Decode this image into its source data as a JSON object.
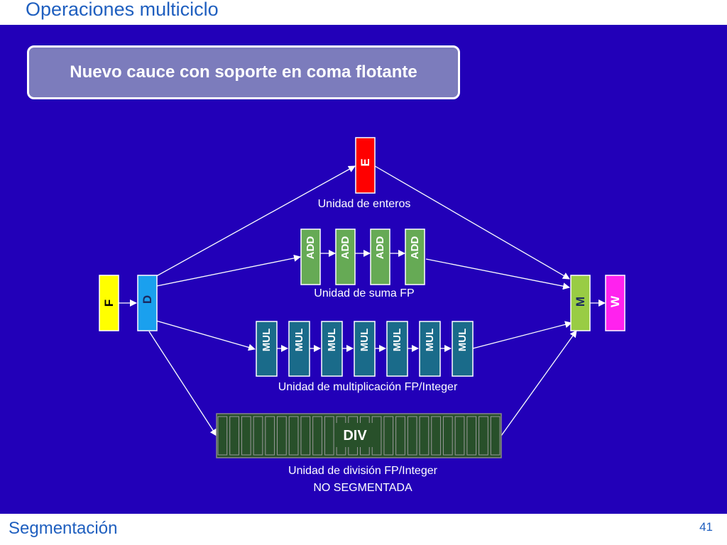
{
  "slide": {
    "title": "Operaciones multiciclo",
    "headline": "Nuevo cauce con soporte en coma flotante",
    "footer_label": "Segmentación",
    "page_number": "41"
  },
  "stages": {
    "fetch": "F",
    "decode": "D",
    "integer": "E",
    "memory": "M",
    "writeback": "W"
  },
  "units": {
    "integer": {
      "label": "Unidad de enteros"
    },
    "add": {
      "stage": "ADD",
      "count": 4,
      "label": "Unidad de suma FP"
    },
    "mul": {
      "stage": "MUL",
      "count": 7,
      "label": "Unidad de multiplicación FP/Integer"
    },
    "div": {
      "stage": "DIV",
      "cells": 24,
      "label_line1": "Unidad de división FP/Integer",
      "label_line2": "NO SEGMENTADA"
    }
  },
  "colors": {
    "background": "#2200b8",
    "fetch": "#ffff00",
    "decode": "#1aa0ee",
    "integer": "#ff0000",
    "add": "#66aa55",
    "mul": "#1a6b8a",
    "div": "#28502a",
    "memory": "#99cc44",
    "writeback": "#ff22ee"
  }
}
